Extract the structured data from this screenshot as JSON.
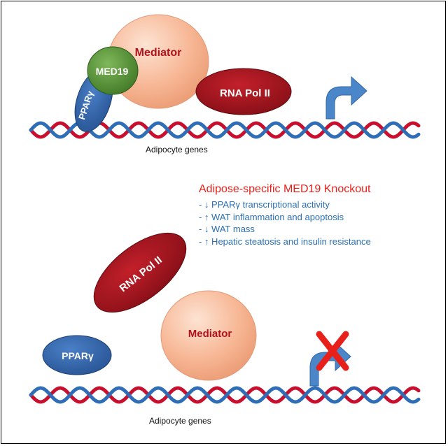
{
  "colors": {
    "helix_red": "#c8102e",
    "helix_blue": "#2f6db6",
    "mediator": "#f7b694",
    "med19": "#4e8b2f",
    "pparg": "#2f5fa8",
    "rna_pol": "#a3121c",
    "arrow": "#4a86c8",
    "knockout_title": "#e8201a",
    "effects_text": "#2b6fb5"
  },
  "top_panel": {
    "mediator": "Mediator",
    "med19": "MED19",
    "pparg": "PPARγ",
    "rna_pol": "RNA Pol II",
    "genes": "Adipocyte genes"
  },
  "bottom_panel": {
    "mediator": "Mediator",
    "pparg": "PPARγ",
    "rna_pol": "RNA Pol II",
    "genes": "Adipocyte genes"
  },
  "knockout": {
    "title": "Adipose-specific MED19 Knockout",
    "effects": [
      "- ↓ PPARγ transcriptional activity",
      "- ↑ WAT inflammation and apoptosis",
      "- ↓ WAT mass",
      "- ↑ Hepatic steatosis and insulin resistance"
    ]
  },
  "icons": [
    "transcription-arrow-icon",
    "blocked-x-icon"
  ]
}
